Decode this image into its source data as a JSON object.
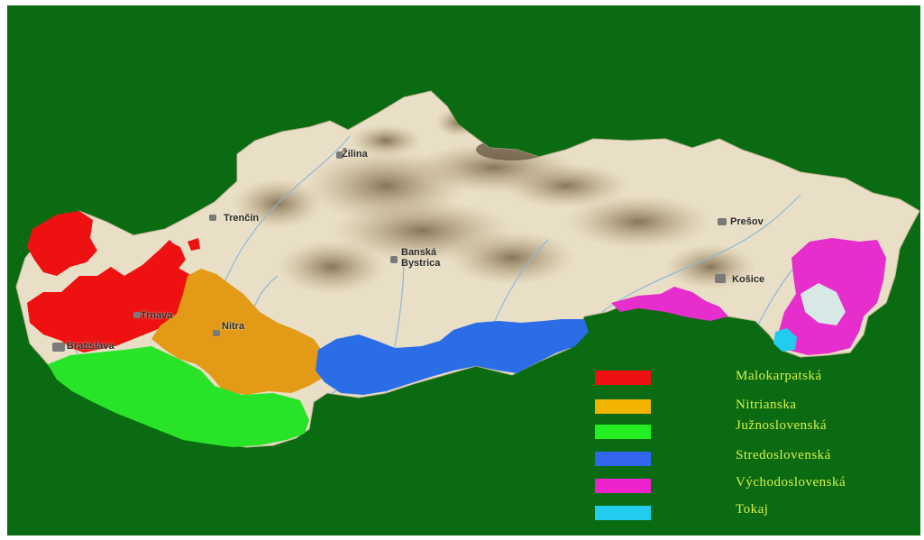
{
  "map": {
    "cities": [
      {
        "name": "Žilina"
      },
      {
        "name": "Trenčín"
      },
      {
        "name": "Banská Bystrica"
      },
      {
        "name": "Prešov"
      },
      {
        "name": "Košice"
      },
      {
        "name": "Nitra"
      },
      {
        "name": "Trnava"
      },
      {
        "name": "Bratislava"
      }
    ]
  },
  "legend": {
    "items": [
      {
        "label": "Malokarpatská",
        "color": "#ee1111"
      },
      {
        "label": "Nitrianska",
        "color": "#f2b400"
      },
      {
        "label": "Južnoslovenská",
        "color": "#22ee22"
      },
      {
        "label": "Stredoslovenská",
        "color": "#3366ee"
      },
      {
        "label": "Východoslovenská",
        "color": "#ee22cc"
      },
      {
        "label": "Tokaj",
        "color": "#22ccee"
      }
    ]
  },
  "colors": {
    "background": "#0a6b12",
    "terrain": "#e9dfc6",
    "mountains": "#9a8666",
    "legend_text": "#d8f048"
  }
}
